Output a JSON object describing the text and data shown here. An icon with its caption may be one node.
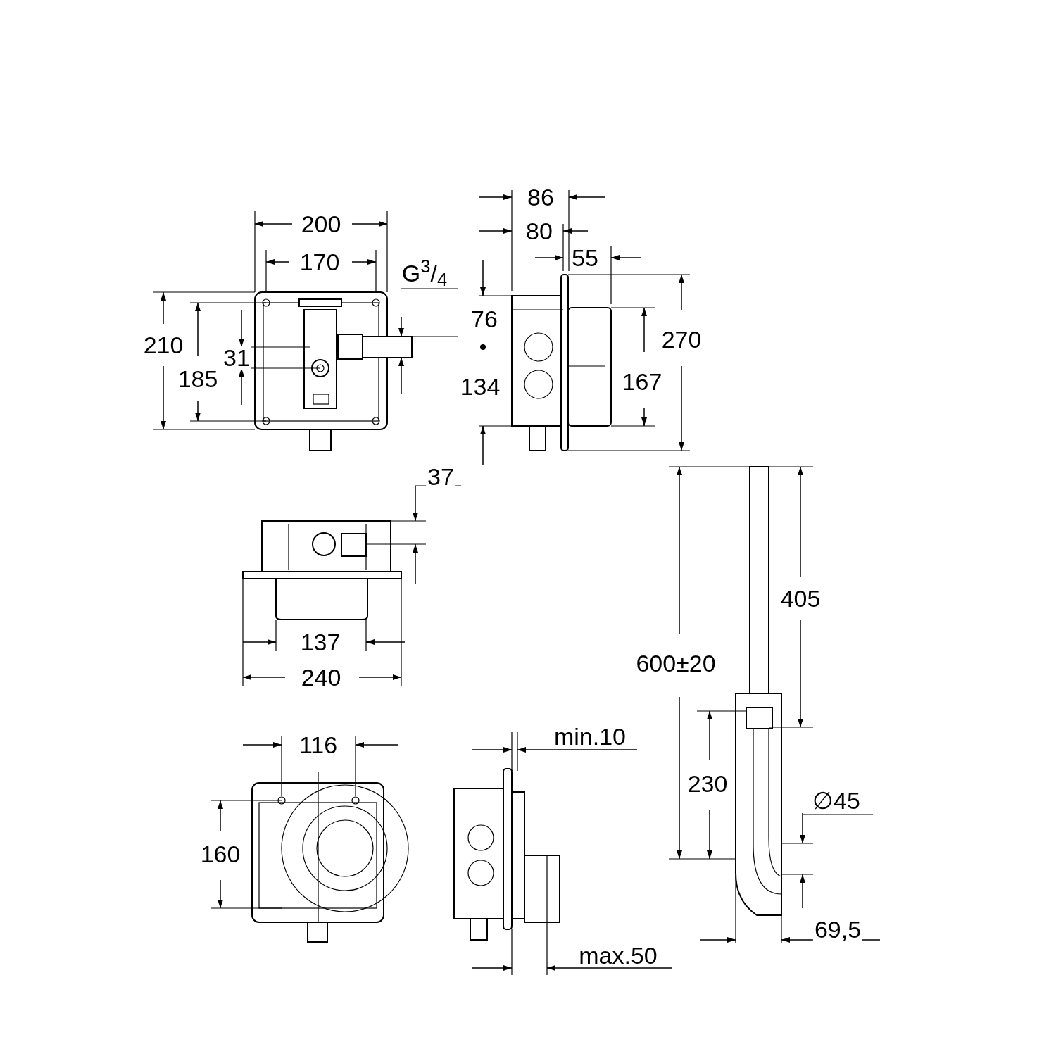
{
  "diagram": {
    "labels": [
      "86",
      "200",
      "80",
      "55",
      "170",
      "G$^{3}$/$_{4}$",
      "76",
      "270",
      "210",
      "31",
      "185",
      "167",
      "134",
      "37",
      "405",
      "137",
      "600±20",
      "240",
      "min.10",
      "116",
      "230",
      "∅45",
      "160",
      "69,5",
      "max.50"
    ]
  }
}
